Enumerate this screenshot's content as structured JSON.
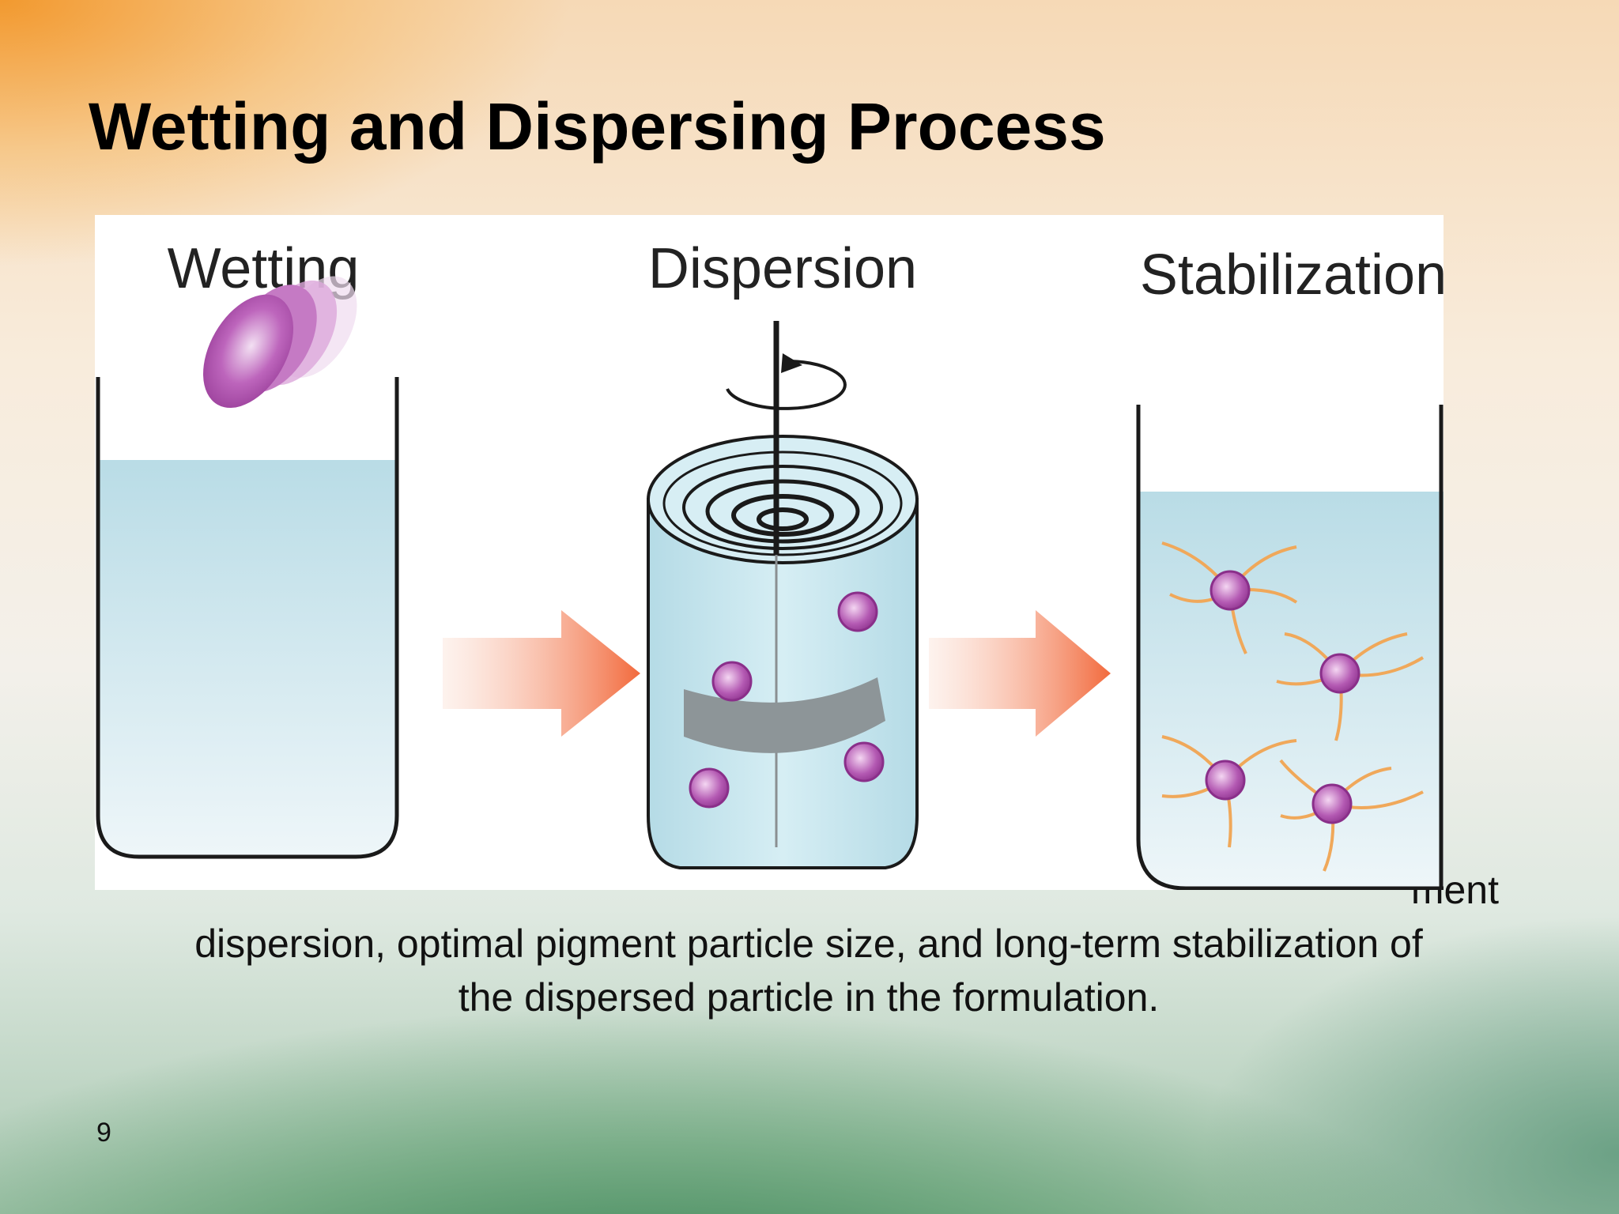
{
  "slide": {
    "title": "Wetting and Dispersing Process",
    "page_number": "9"
  },
  "diagram": {
    "stages": [
      "Wetting",
      "Dispersion",
      "Stabilization"
    ]
  },
  "body": {
    "line1_fragment": "ment",
    "line2": "dispersion, optimal pigment particle size, and long-term stabilization of",
    "line3": "the dispersed particle in the formulation."
  }
}
